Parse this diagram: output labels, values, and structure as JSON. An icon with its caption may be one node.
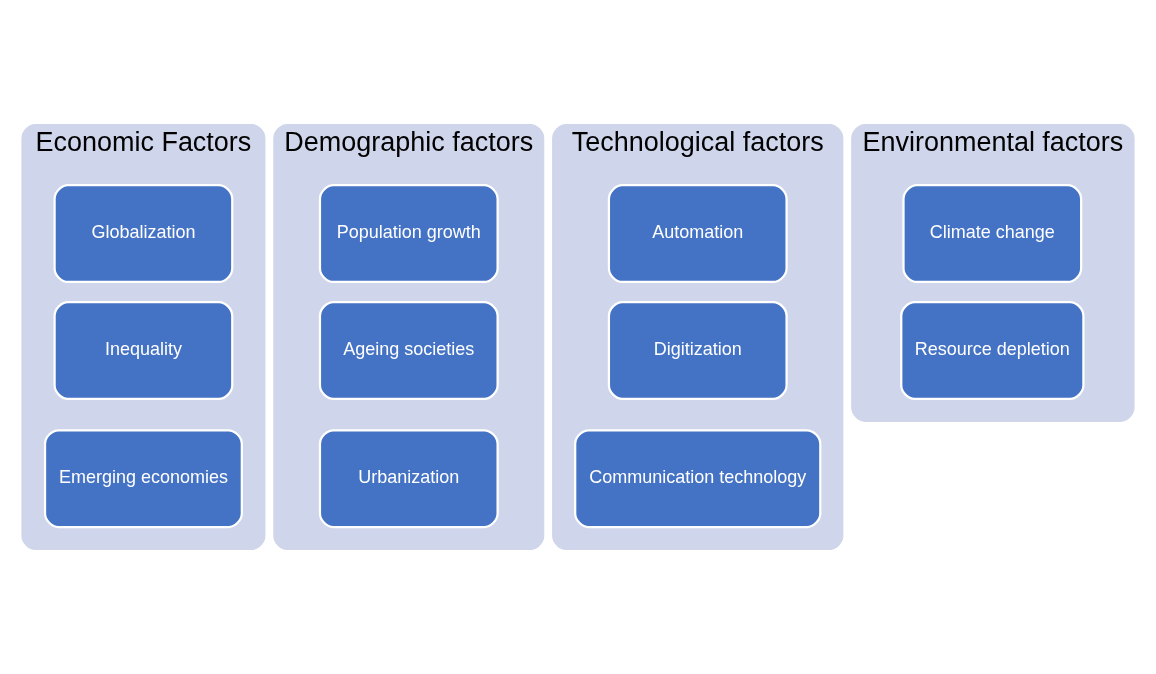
{
  "diagram": {
    "nodes": [
      {
        "text": [
          "Economic Factors"
        ]
      },
      {
        "text": [
          "Globalization"
        ],
        "in": 0
      },
      {
        "text": [
          "Inequality"
        ],
        "in": 0
      },
      {
        "text": [
          "Emerging economies"
        ],
        "in": 0
      },
      {
        "text": [
          "Demographic factors"
        ]
      },
      {
        "text": [
          "Population growth"
        ],
        "in": 4
      },
      {
        "text": [
          "Ageing societies"
        ],
        "in": 4
      },
      {
        "text": [
          "Urbanization"
        ],
        "in": 4
      },
      {
        "text": [
          "Technological factors"
        ]
      },
      {
        "text": [
          "Automation"
        ],
        "in": 8
      },
      {
        "text": [
          "Digitization"
        ],
        "in": 8
      },
      {
        "text": [
          "Communication technology"
        ],
        "in": 8
      },
      {
        "text": [
          "Environmental factors"
        ]
      },
      {
        "text": [
          "Climate change"
        ],
        "in": 12
      },
      {
        "text": [
          "Resource depletion"
        ],
        "in": 12
      }
    ]
  }
}
